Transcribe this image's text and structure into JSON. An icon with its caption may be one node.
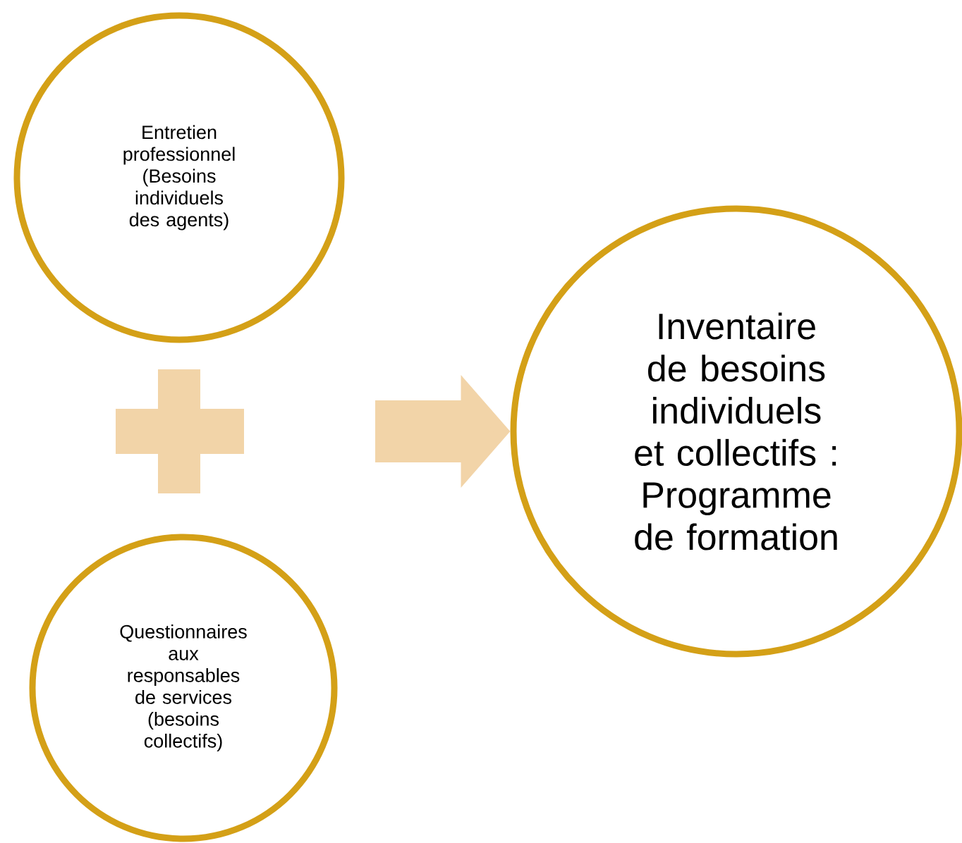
{
  "diagram": {
    "nodes": [
      {
        "text": [
          "Entretien professionnel (Besoins individuels des agents)"
        ]
      },
      {
        "text": [],
        "shape": "cross"
      },
      {
        "text": [
          "Questionnaires aux responsables de services (besoins collectifs)"
        ]
      },
      {
        "text": [
          "Inventaire de besoins individuels et collectifs : Programme de formation"
        ]
      }
    ],
    "edges": [
      {
        "from": null,
        "to": 3,
        "arrow": "to"
      }
    ]
  }
}
